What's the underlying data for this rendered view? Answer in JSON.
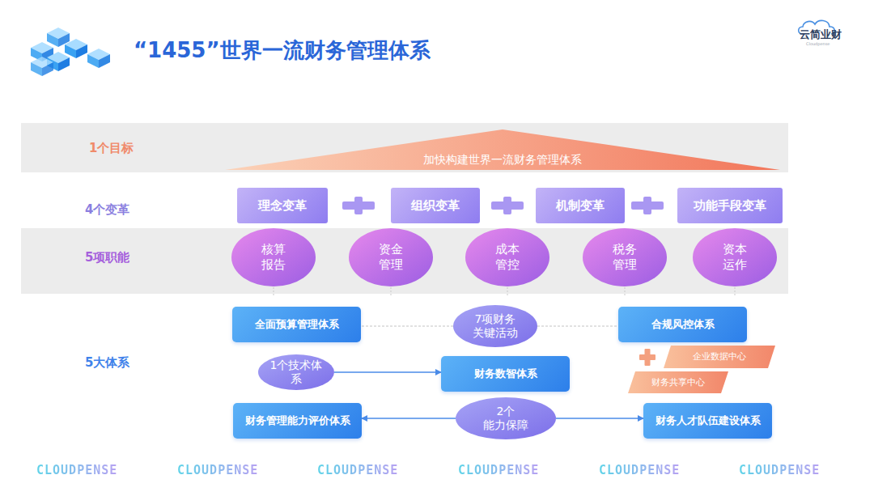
{
  "diagram": {
    "title": "“1455”世界一流财务管理体系",
    "nodes": [
      {
        "text": [
          "加快构建世界一流财务管理体系"
        ]
      },
      {
        "text": [
          "理念变革"
        ]
      },
      {
        "text": [
          "组织变革"
        ]
      },
      {
        "text": [
          "机制变革"
        ]
      },
      {
        "text": [
          "功能手段变革"
        ]
      },
      {
        "text": [
          "核算 报告"
        ]
      },
      {
        "text": [
          "资金 管理"
        ]
      },
      {
        "text": [
          "成本 管控"
        ]
      },
      {
        "text": [
          "税务 管理"
        ]
      },
      {
        "text": [
          "资本 运作"
        ]
      },
      {
        "text": [
          "全面预算管理体系"
        ]
      },
      {
        "text": [
          "7项财务 关键活动"
        ]
      },
      {
        "text": [
          "合规风控体系"
        ]
      },
      {
        "text": [
          "1个技术体系"
        ]
      },
      {
        "text": [
          "财务数智体系"
        ]
      },
      {
        "text": [
          "企业数据中心"
        ]
      },
      {
        "text": [
          "财务共享中心"
        ]
      },
      {
        "text": [
          "财务管理能力评价体系"
        ]
      },
      {
        "text": [
          "2个 能力保障"
        ]
      },
      {
        "text": [
          "财务人才队伍建设体系"
        ]
      }
    ],
    "edges": [
      {
        "from": 11,
        "to": 10,
        "arrow": "none"
      },
      {
        "from": 11,
        "to": 12,
        "arrow": "none"
      },
      {
        "from": 13,
        "to": 14,
        "arrow": "to"
      },
      {
        "from": 18,
        "to": 17,
        "arrow": "to"
      },
      {
        "from": 18,
        "to": 19,
        "arrow": "to"
      }
    ],
    "labels": [
      "1个目标",
      "4个变革",
      "5项职能",
      "5大体系",
      "云简业财",
      "Cloudpense",
      "CLOUDPENSE",
      "CLOUDPENSE",
      "CLOUDPENSE",
      "CLOUDPENSE",
      "CLOUDPENSE",
      "CLOUDPENSE"
    ]
  }
}
